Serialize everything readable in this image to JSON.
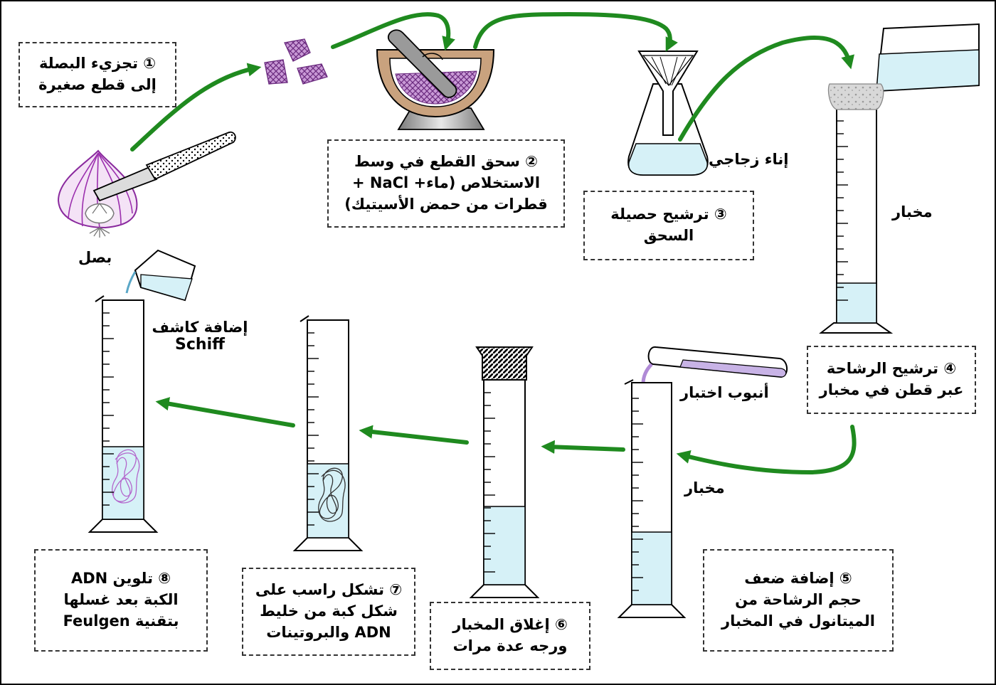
{
  "steps": [
    {
      "lines": [
        "① تجزيء البصلة",
        "إلى قطع صغيرة"
      ]
    },
    {
      "lines": [
        "② سحق القطع في وسط",
        "الاستخلاص (ماء+ NaCl +",
        "قطرات من حمض الأسيتيك)"
      ]
    },
    {
      "lines": [
        "③ ترشيح حصيلة",
        "السحق"
      ]
    },
    {
      "lines": [
        "④ ترشيح الرشاحة",
        "عبر قطن في مخبار"
      ]
    },
    {
      "lines": [
        "⑤ إضافة ضعف",
        "حجم الرشاحة من",
        "الميتانول في المخبار"
      ]
    },
    {
      "lines": [
        "⑥ إغلاق المخبار",
        "ورجه عدة مرات"
      ]
    },
    {
      "lines": [
        "⑦ تشكل راسب على",
        "شكل كبة من خليط",
        "ADN والبروتينات"
      ]
    },
    {
      "lines": [
        "⑧ تلوين ADN",
        "الكبة بعد غسلها",
        "بتقنية Feulgen"
      ]
    }
  ],
  "labels": {
    "onion": "بصل",
    "glass_vessel": "إناء زجاجي",
    "cylinder_1": "مخبار",
    "cylinder_2": "مخبار",
    "test_tube": "أنبوب اختبار",
    "schiff_line1": "إضافة كاشف",
    "schiff_line2": "Schiff"
  },
  "colors": {
    "arrow": "#1f8a1f",
    "liquid": "#d6f1f7",
    "onion": "#9b2fae",
    "methanol": "#c8b3e6",
    "dna_stained": "#b366cc"
  }
}
